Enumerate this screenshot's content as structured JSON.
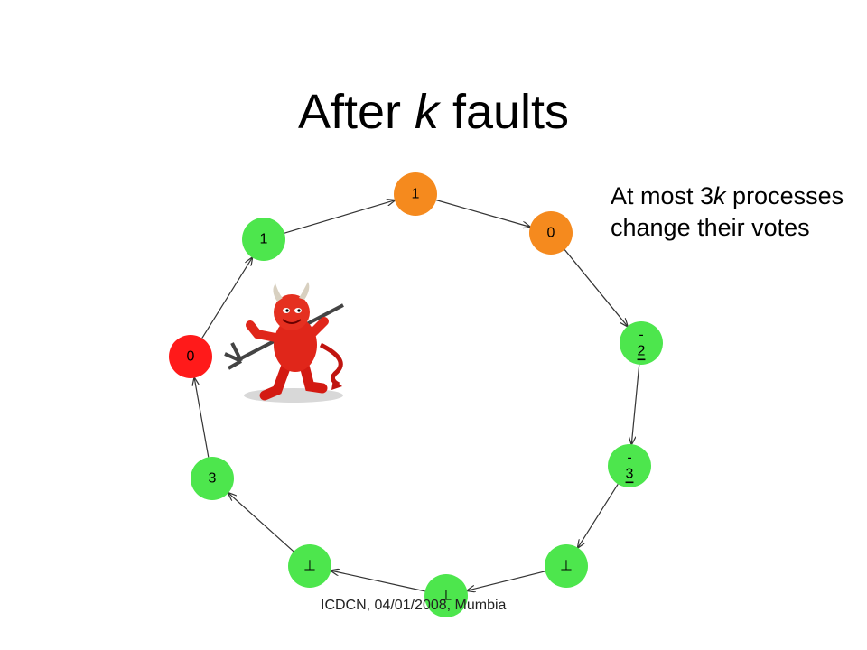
{
  "slide": {
    "title_prefix": "After ",
    "title_var": "k",
    "title_suffix": " faults",
    "note_prefix": "At most 3",
    "note_var": "k",
    "note_suffix": " processes change their votes",
    "footer": "ICDCN, 04/01/2008, Mumbia"
  },
  "colors": {
    "green": "#4de64d",
    "orange": "#f58a1e",
    "red": "#ff1a1a",
    "edge": "#333333"
  },
  "ring": {
    "nodes": [
      {
        "id": "n1",
        "label_lines": [
          "1"
        ],
        "color": "orange"
      },
      {
        "id": "n2",
        "label_lines": [
          "0"
        ],
        "color": "orange"
      },
      {
        "id": "n3",
        "label_lines": [
          "-",
          "2"
        ],
        "color": "green"
      },
      {
        "id": "n4",
        "label_lines": [
          "-",
          "3"
        ],
        "color": "green"
      },
      {
        "id": "n5",
        "label_lines": [
          "⊥"
        ],
        "color": "green"
      },
      {
        "id": "n6",
        "label_lines": [
          "⊥"
        ],
        "color": "green"
      },
      {
        "id": "n7",
        "label_lines": [
          "⊥"
        ],
        "color": "green"
      },
      {
        "id": "n8",
        "label_lines": [
          "3"
        ],
        "color": "green"
      },
      {
        "id": "n9",
        "label_lines": [
          "0"
        ],
        "color": "red"
      },
      {
        "id": "n10",
        "label_lines": [
          "1"
        ],
        "color": "green"
      }
    ],
    "edges": [
      [
        "n1",
        "n2"
      ],
      [
        "n2",
        "n3"
      ],
      [
        "n3",
        "n4"
      ],
      [
        "n4",
        "n5"
      ],
      [
        "n5",
        "n6"
      ],
      [
        "n6",
        "n7"
      ],
      [
        "n7",
        "n8"
      ],
      [
        "n8",
        "n9"
      ],
      [
        "n9",
        "n10"
      ],
      [
        "n10",
        "n1"
      ]
    ]
  },
  "devil": {
    "icon": "devil-icon"
  }
}
